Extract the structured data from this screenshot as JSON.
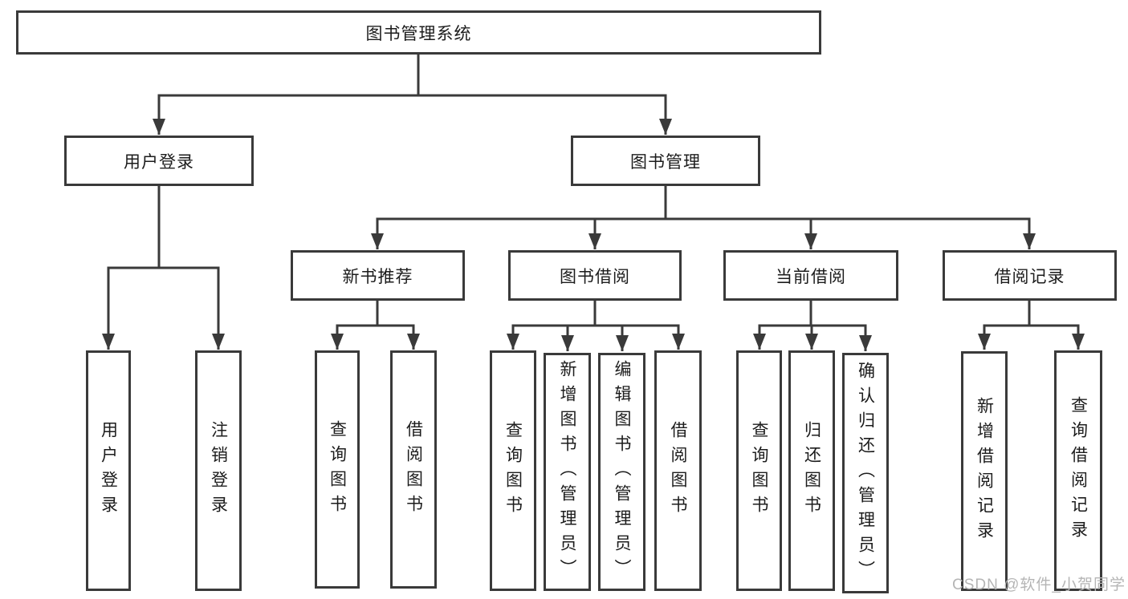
{
  "tree": {
    "label": "图书管理系统",
    "children": [
      {
        "label": "用户登录",
        "children": [
          {
            "label": "用户登录"
          },
          {
            "label": "注销登录"
          }
        ]
      },
      {
        "label": "图书管理",
        "children": [
          {
            "label": "新书推荐",
            "children": [
              {
                "label": "查询图书"
              },
              {
                "label": "借阅图书"
              }
            ]
          },
          {
            "label": "图书借阅",
            "children": [
              {
                "label": "查询图书"
              },
              {
                "label": "新增图书（管理员）"
              },
              {
                "label": "编辑图书（管理员）"
              },
              {
                "label": "借阅图书"
              }
            ]
          },
          {
            "label": "当前借阅",
            "children": [
              {
                "label": "查询图书"
              },
              {
                "label": "归还图书"
              },
              {
                "label": "确认归还（管理员）"
              }
            ]
          },
          {
            "label": "借阅记录",
            "children": [
              {
                "label": "新增借阅记录"
              },
              {
                "label": "查询借阅记录"
              }
            ]
          }
        ]
      }
    ]
  },
  "watermark": "CSDN @软件_小贺同学",
  "colors": {
    "line": "#3a3a3a",
    "text": "#1c1c1c",
    "bg": "#ffffff",
    "watermark": "#b5b5b5"
  }
}
